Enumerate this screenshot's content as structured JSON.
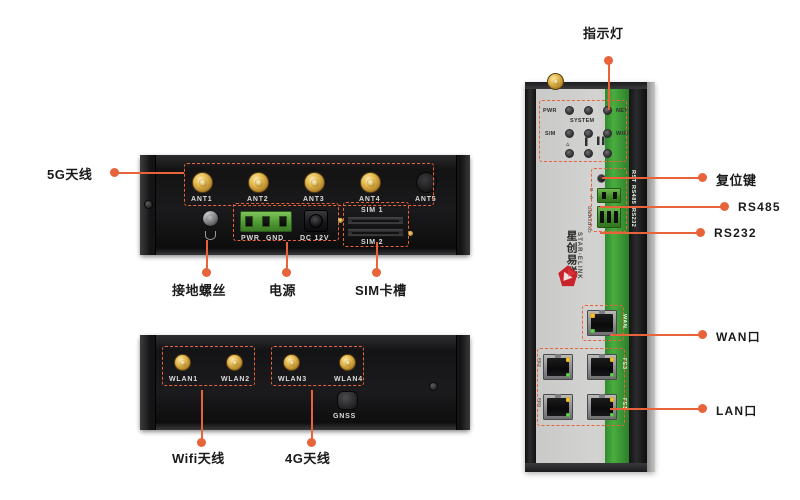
{
  "diagram": {
    "title_visible": false
  },
  "callouts": {
    "antenna_5g": "5G天线",
    "ground_screw": "接地螺丝",
    "power": "电源",
    "sim_slot": "SIM卡槽",
    "wifi_antenna": "Wifi天线",
    "antenna_4g": "4G天线",
    "indicator_light": "指示灯",
    "reset_key": "复位键",
    "rs485": "RS485",
    "rs232": "RS232",
    "wan_port": "WAN口",
    "lan_port": "LAN口"
  },
  "top_panel": {
    "antennas": [
      "ANT1",
      "ANT2",
      "ANT3",
      "ANT4",
      "ANT5"
    ],
    "terminal_labels": [
      "PWR",
      "GND"
    ],
    "dc_label": "DC 12V",
    "sim_labels": [
      "SIM 1",
      "SIM 2"
    ]
  },
  "bottom_panel": {
    "antennas": [
      "WLAN1",
      "WLAN2",
      "WLAN3",
      "WLAN4"
    ],
    "gnss_label": "GNSS"
  },
  "right_device": {
    "leds": {
      "row1_left": "PWR",
      "row1_right": "NET",
      "row1_center_below": "SYSTEM",
      "row2_left": "SIM",
      "row2_right": "WIFI"
    },
    "side_labels": {
      "reset": "RST",
      "rs485": "RS485",
      "rs232": "RS232",
      "wan": "WAN",
      "lan_top_left": "FE2",
      "lan_top_right": "FE3",
      "lan_bottom_left": "FE0",
      "lan_bottom_right": "FE1"
    },
    "rs485_pins": [
      "B",
      "A"
    ],
    "rs232_pins": [
      "GND",
      "RXD",
      "TXD"
    ],
    "brand_cn": "星创易联",
    "brand_en": "STAR-ELINK"
  },
  "colors": {
    "accent": "#e8633a",
    "green_panel": "#3f9a33",
    "terminal_green": "#4f9a33",
    "logo_red": "#c9232c"
  }
}
